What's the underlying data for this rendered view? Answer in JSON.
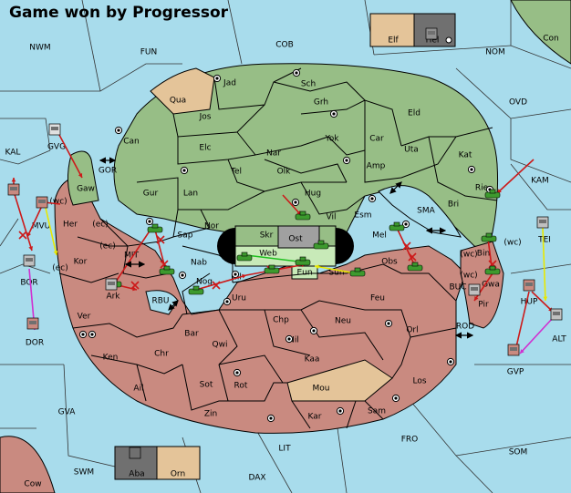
{
  "title": "Game won by Progressor",
  "colors": {
    "water": "#a8dcec",
    "progressor": "#97be86",
    "opponent": "#c98a80",
    "neutral": "#e4c499",
    "unit_army": "#3d9a2e",
    "unit_fleet": "#707070",
    "order_red": "#cc1a1a",
    "order_yellow": "#e8e800",
    "order_magenta": "#d030d0",
    "order_green": "#20c020"
  },
  "legend_top": {
    "left_label": "Elf",
    "right_label": "Hel"
  },
  "legend_bottom": {
    "left_label": "Aba",
    "right_label": "Orn"
  },
  "sea_provinces": [
    "NWM",
    "FUN",
    "COB",
    "NOM",
    "Con",
    "OVD",
    "KAL",
    "GVG",
    "GOR",
    "Gaw",
    "MVU",
    "KAM",
    "SMA",
    "TEI",
    "MIT",
    "RBU",
    "BUC",
    "ROD",
    "BOR",
    "DOR",
    "GVA",
    "LIT",
    "FRO",
    "SOM",
    "SWM",
    "DAX",
    "Cow",
    "Hel",
    "GVP",
    "ALT",
    "HUP"
  ],
  "land_provinces": [
    "Jad",
    "Sch",
    "Qua",
    "Jos",
    "Grh",
    "Eld",
    "Can",
    "Yok",
    "Car",
    "Uta",
    "Elc",
    "Nar",
    "Amp",
    "Kat",
    "Tel",
    "Olk",
    "Gur",
    "Lan",
    "Hug",
    "Rie",
    "Vil",
    "Esm",
    "Bri",
    "Nor",
    "Skr",
    "Ost",
    "Sap",
    "Web",
    "Mel",
    "Her",
    "Kor",
    "Nab",
    "Eun",
    "Obs",
    "Nog",
    "Hil",
    "Sun",
    "Gwa",
    "Bin",
    "Ark",
    "Uru",
    "Feu",
    "Pir",
    "Chp",
    "Neu",
    "Orl",
    "Bar",
    "Qwi",
    "Nil",
    "Ver",
    "Ken",
    "Chr",
    "Kaa",
    "Los",
    "Ail",
    "Sot",
    "Rot",
    "Mou",
    "Zin",
    "Kar",
    "Sam",
    "Elf",
    "Aba",
    "Orn"
  ],
  "coast_tags": [
    "(wc)",
    "(ec)",
    "(ec)",
    "(wc)",
    "(wc)",
    "(ec)",
    "(wc)"
  ]
}
